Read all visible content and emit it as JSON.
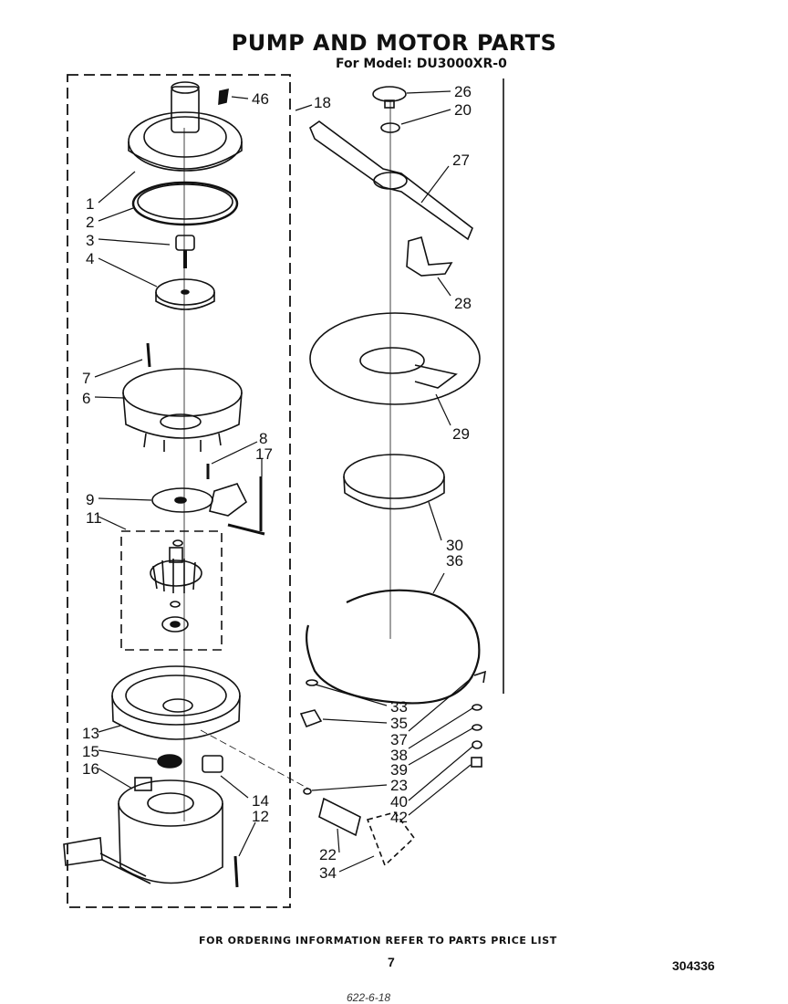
{
  "title": "PUMP AND MOTOR PARTS",
  "subtitle": "For Model: DU3000XR-0",
  "footer_note": "FOR ORDERING INFORMATION REFER TO PARTS PRICE LIST",
  "page_number": "7",
  "document_number": "304336",
  "handwritten_note": "622-6-18",
  "part_labels": [
    "46",
    "18",
    "1",
    "2",
    "3",
    "4",
    "7",
    "6",
    "8",
    "17",
    "9",
    "11",
    "13",
    "15",
    "16",
    "14",
    "12",
    "26",
    "20",
    "27",
    "28",
    "29",
    "30",
    "36",
    "33",
    "35",
    "37",
    "38",
    "39",
    "23",
    "40",
    "42",
    "22",
    "34"
  ]
}
